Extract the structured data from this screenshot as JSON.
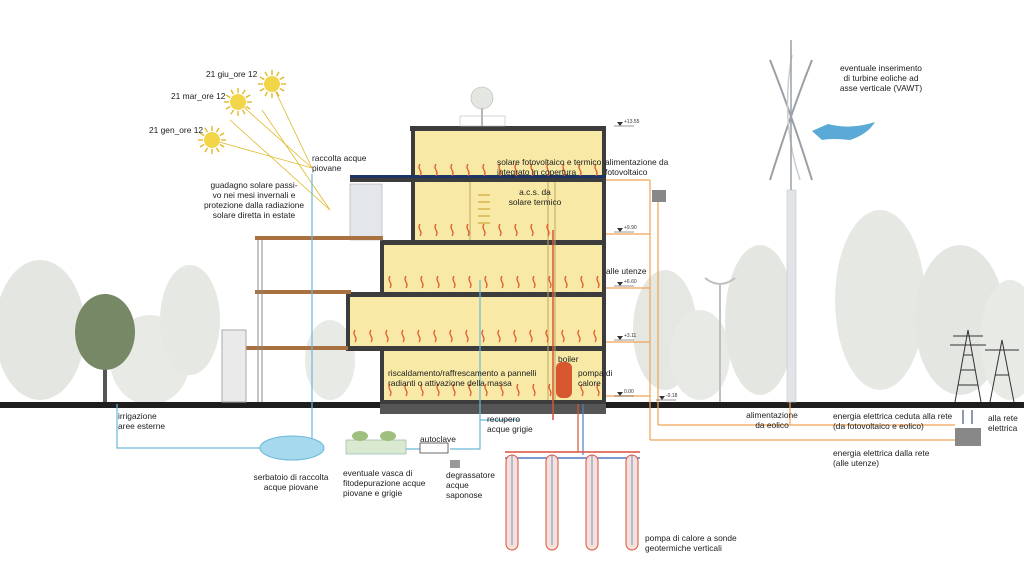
{
  "colors": {
    "sun": "#f3d54a",
    "sun_ray": "#e0b92a",
    "room_fill": "#f8eaa6",
    "slab": "#3c3c3c",
    "ground": "#1e1e1e",
    "water_line": "#6ab8d8",
    "energy_line": "#f0a254",
    "geo_red": "#d9523b",
    "geo_blue": "#4f7fc2",
    "heat_icon": "#e3592c",
    "wind_arrow": "#5aa9d6",
    "pv_panel": "#1d3566",
    "boiler": "#d9572e",
    "tree_green": "#778866"
  },
  "sun": {
    "summer": "21 giu_ore 12",
    "equinox": "21 mar_ore 12",
    "winter": "21 gen_ore 12"
  },
  "labels": {
    "solar_gain": "guadagno solare passi-\nvo nei mesi invernali e\nprotezione dalla radiazione\nsolare diretta in estate",
    "rain_collection": "raccolta acque\npiovane",
    "solar_pv_thermal": "solare fotovoltaico e termico\nintegrato in copertura",
    "pv_supply": "alimentazione da\nfotovoltaico",
    "acs_solar": "a.c.s. da\nsolare termico",
    "users": "alle utenze",
    "radiant": "riscaldamento/raffrescamento a pannelli\nradianti o attivazione della massa",
    "boiler": "boiler",
    "heat_pump": "pompa di\ncalore",
    "wind_turbine": "eventuale inserimento\ndi turbine eoliche ad\nasse verticale (VAWT)",
    "irrigation": "irrigazione\naree esterne",
    "tank": "serbatoio di raccolta\nacque piovane",
    "phyto": "eventuale vasca di\nfitodepurazione acque\npiovane e grigie",
    "autoclave": "autoclave",
    "grey_water": "recupero\nacque grigie",
    "degreaser": "degrassatore\nacque\nsaponose",
    "wind_supply": "alimentazione\nda eolico",
    "energy_to_grid": "energia elettrica ceduta alla rete\n(da fotovoltaico e eolico)",
    "to_grid": "alla rete\nelettrica",
    "energy_from_grid": "energia elettrica dalla rete\n(alle utenze)",
    "geothermal": "pompa di calore a sonde\ngeotermiche verticali"
  },
  "levels": [
    "+13.55",
    "+9.90",
    "+6.60",
    "+3.11",
    "0.00",
    "-0.18"
  ]
}
